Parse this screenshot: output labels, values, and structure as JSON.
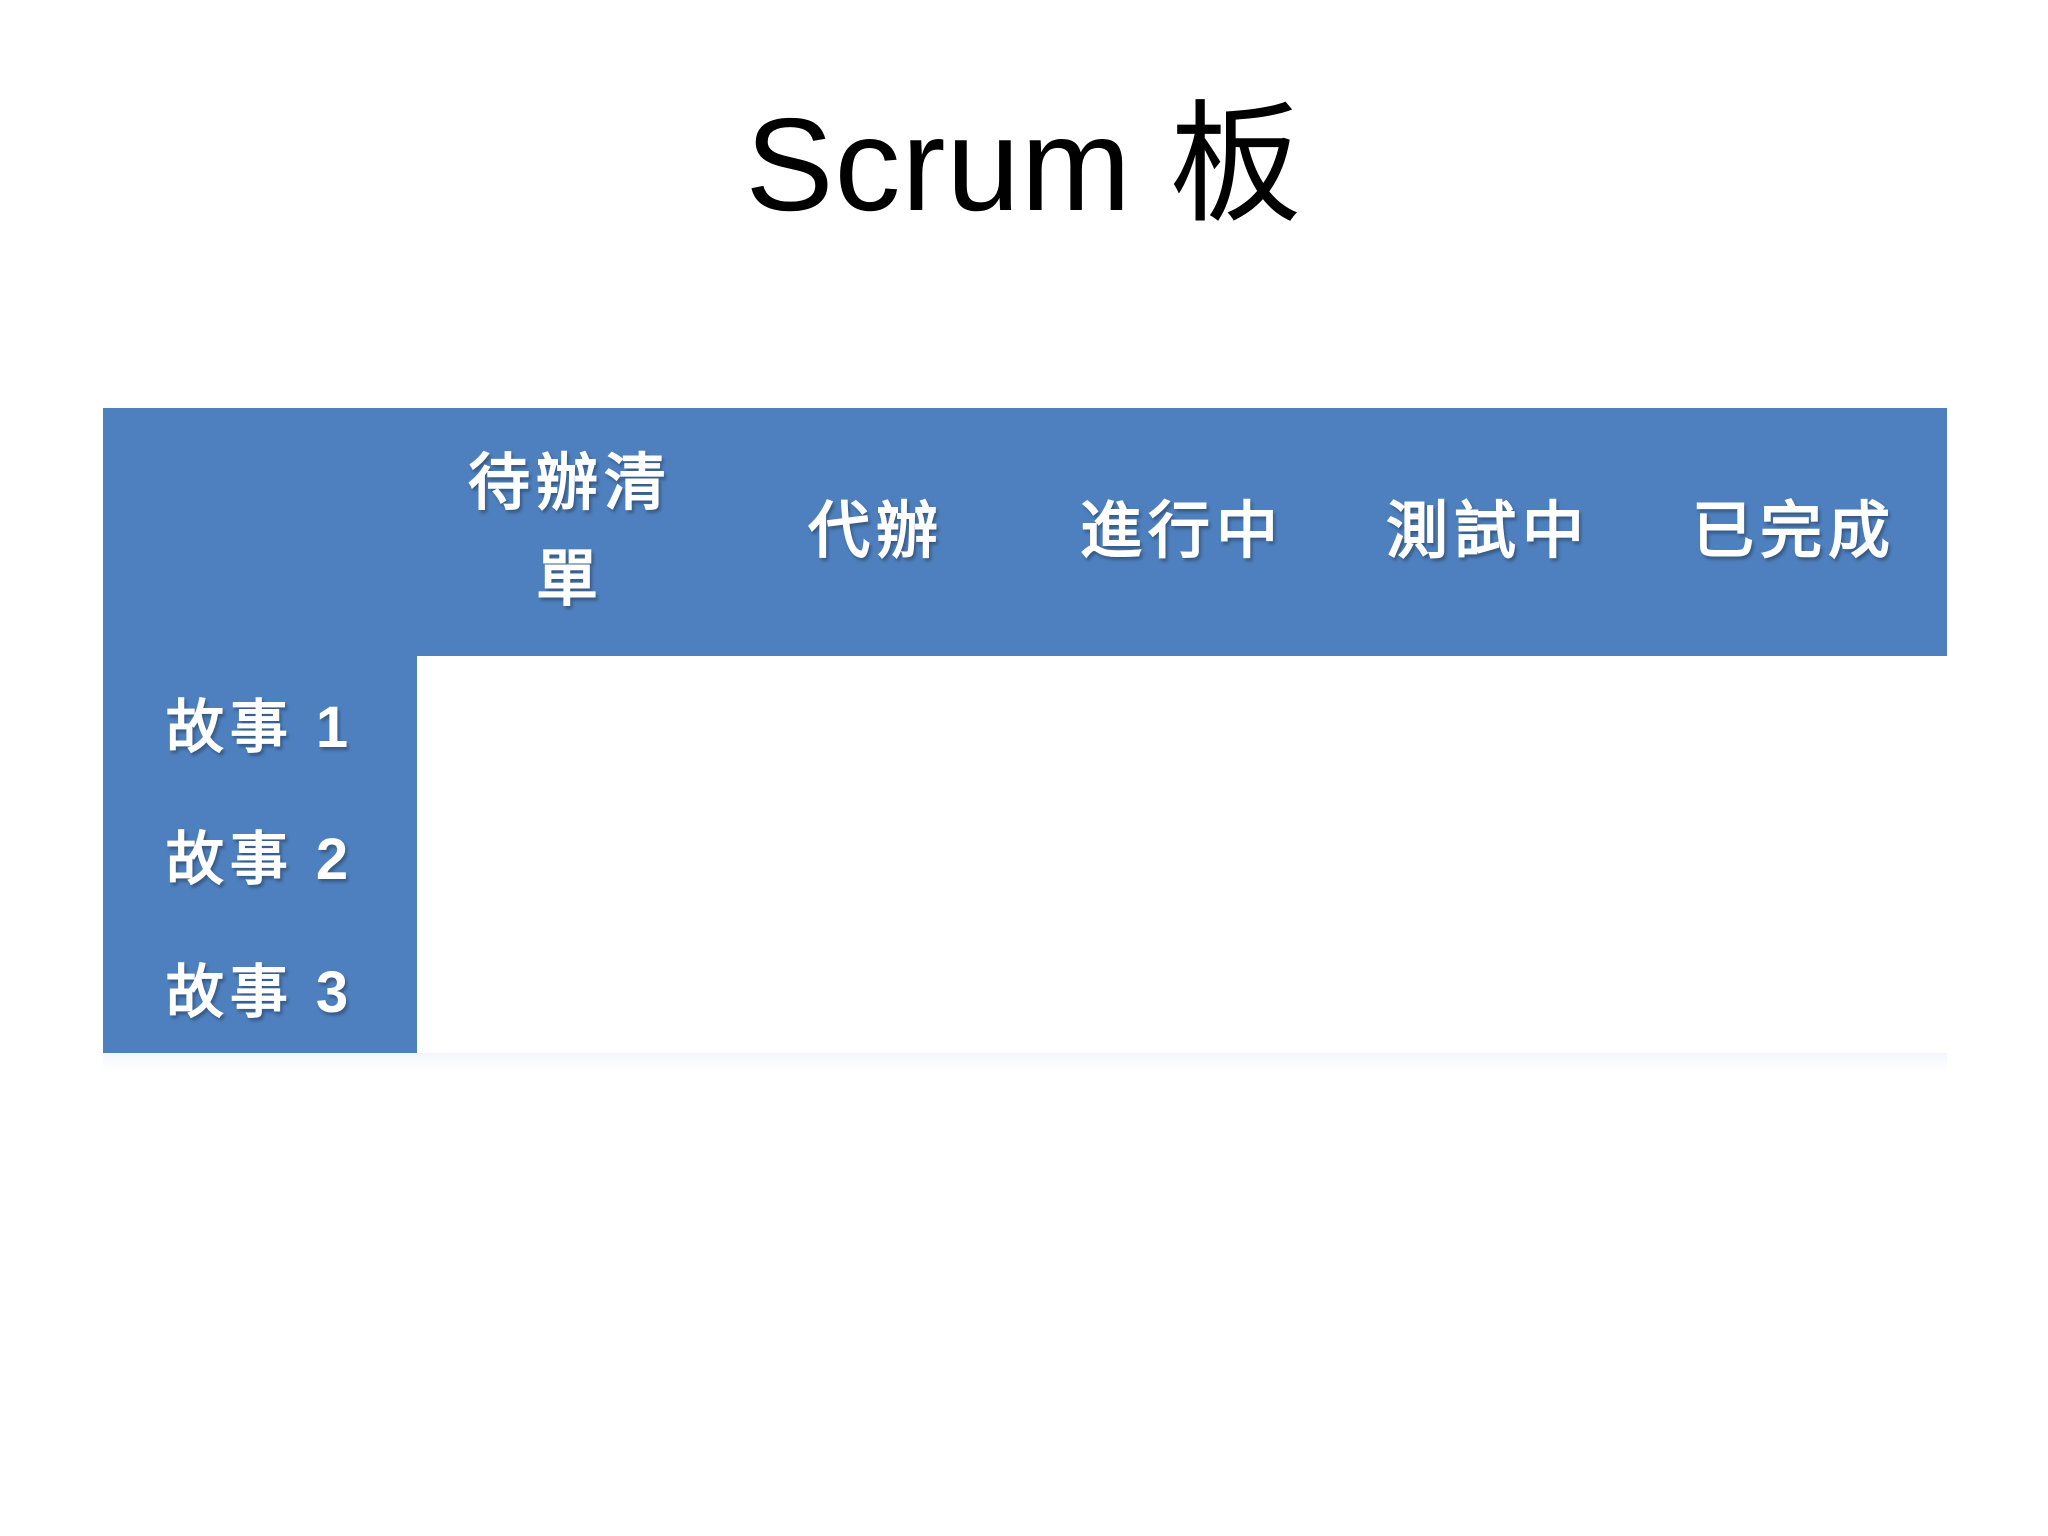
{
  "title": "Scrum 板",
  "board": {
    "header": {
      "corner_label": "",
      "columns": [
        "待辦清單",
        "代辦",
        "進行中",
        "測試中",
        "已完成"
      ]
    },
    "rows": [
      {
        "label": "故事 1",
        "cells": [
          "",
          "",
          "",
          "",
          ""
        ]
      },
      {
        "label": "故事 2",
        "cells": [
          "",
          "",
          "",
          "",
          ""
        ]
      },
      {
        "label": "故事 3",
        "cells": [
          "",
          "",
          "",
          "",
          ""
        ]
      }
    ],
    "colors": {
      "header_bg": "#4e80bf",
      "row_band_odd": "#ced6e8",
      "row_band_even": "#e9ebf2",
      "header_text": "#ffffff",
      "title_text": "#000000",
      "background": "#ffffff"
    }
  }
}
